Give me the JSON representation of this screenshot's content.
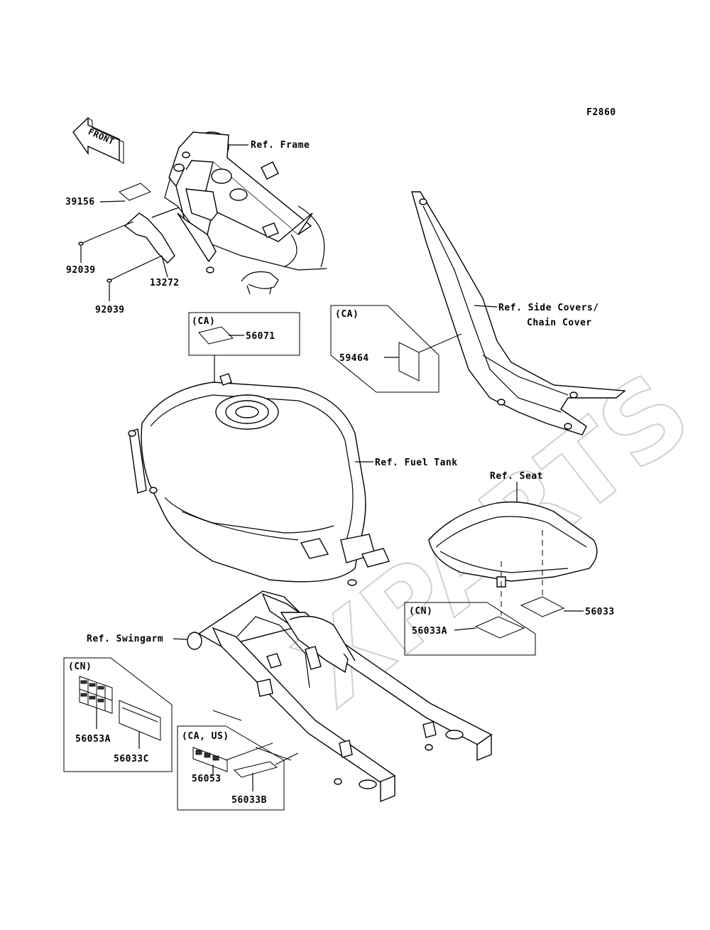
{
  "diagram_code": "F2860",
  "watermark": "XPARTS",
  "front_arrow": "FRONT",
  "labels": {
    "ref_frame": "Ref. Frame",
    "ref_side_covers_1": "Ref. Side Covers/",
    "ref_side_covers_2": "Chain Cover",
    "ref_fuel_tank": "Ref. Fuel Tank",
    "ref_seat": "Ref. Seat",
    "ref_swingarm": "Ref. Swingarm"
  },
  "parts": {
    "p39156": "39156",
    "p13272": "13272",
    "p92039_a": "92039",
    "p92039_b": "92039",
    "p56071": "56071",
    "p59464": "59464",
    "p56033": "56033",
    "p56033A": "56033A",
    "p56053A": "56053A",
    "p56033C": "56033C",
    "p56053": "56053",
    "p56033B": "56033B"
  },
  "regions": {
    "ca_fuel": "(CA)",
    "ca_side": "(CA)",
    "cn_seat": "(CN)",
    "cn_swing": "(CN)",
    "ca_us": "(CA, US)"
  }
}
